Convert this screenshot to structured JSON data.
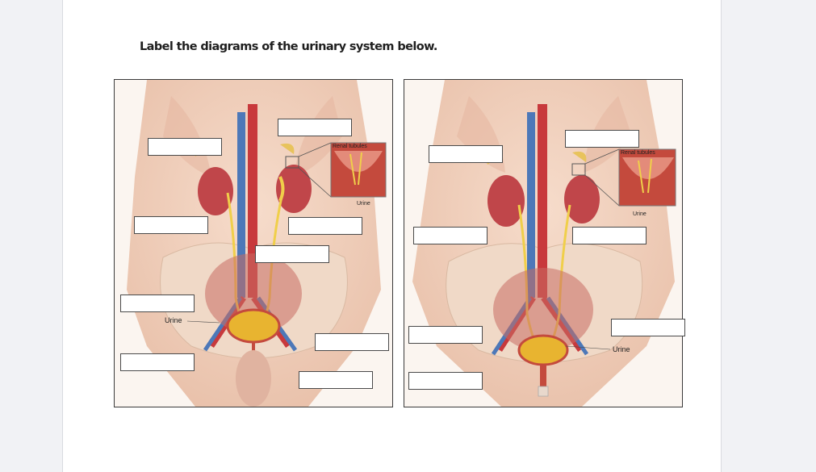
{
  "worksheet": {
    "instruction": "Label the diagrams of the urinary system below."
  },
  "diagram_male": {
    "callout_label": "Renal tubules",
    "callout_urine": "Urine",
    "bladder_urine": "Urine"
  },
  "diagram_female": {
    "callout_label": "Renal tubules",
    "callout_urine": "Urine",
    "bladder_urine": "Urine"
  },
  "colors": {
    "skin": "#f2d2bf",
    "kidney": "#c0464a",
    "aorta": "#c8393c",
    "vein": "#4d78b8",
    "ureter": "#f0cf4a",
    "bladder": "#e8b430"
  }
}
